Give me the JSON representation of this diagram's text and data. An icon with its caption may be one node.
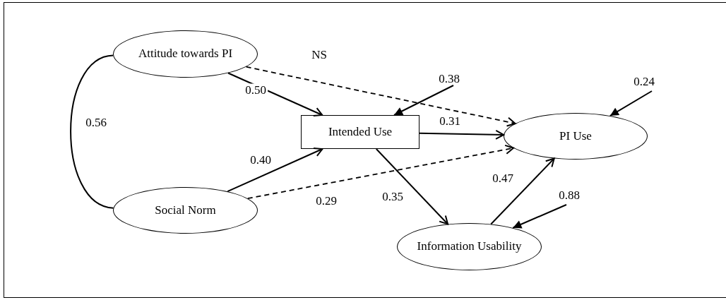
{
  "diagram": {
    "nodes": [
      {
        "text": [
          "Attitude towards PI"
        ]
      },
      {
        "text": [
          "Social Norm"
        ]
      },
      {
        "text": [
          "Intended Use"
        ]
      },
      {
        "text": [
          "PI Use"
        ]
      },
      {
        "text": [
          "Information Usability"
        ]
      }
    ],
    "edges": [
      {
        "from": 0,
        "to": 1,
        "arrow": "none",
        "label": "0.56"
      },
      {
        "from": 0,
        "to": 2,
        "arrow": "to",
        "label": "0.50"
      },
      {
        "from": 1,
        "to": 2,
        "arrow": "to",
        "label": "0.40"
      },
      {
        "from": 0,
        "to": 3,
        "arrow": "to",
        "label": "NS",
        "style": "dashed"
      },
      {
        "from": 2,
        "to": 3,
        "arrow": "to",
        "label": "0.31"
      },
      {
        "from": 1,
        "to": 3,
        "arrow": "to",
        "label": "0.29",
        "style": "dashed"
      },
      {
        "from": 2,
        "to": 4,
        "arrow": "to",
        "label": "0.35"
      },
      {
        "from": 4,
        "to": 3,
        "arrow": "to",
        "label": "0.47"
      },
      {
        "from": null,
        "to": 2,
        "arrow": "to",
        "label": "0.38"
      },
      {
        "from": null,
        "to": 3,
        "arrow": "to",
        "label": "0.24"
      },
      {
        "from": null,
        "to": 4,
        "arrow": "to",
        "label": "0.88"
      }
    ]
  }
}
